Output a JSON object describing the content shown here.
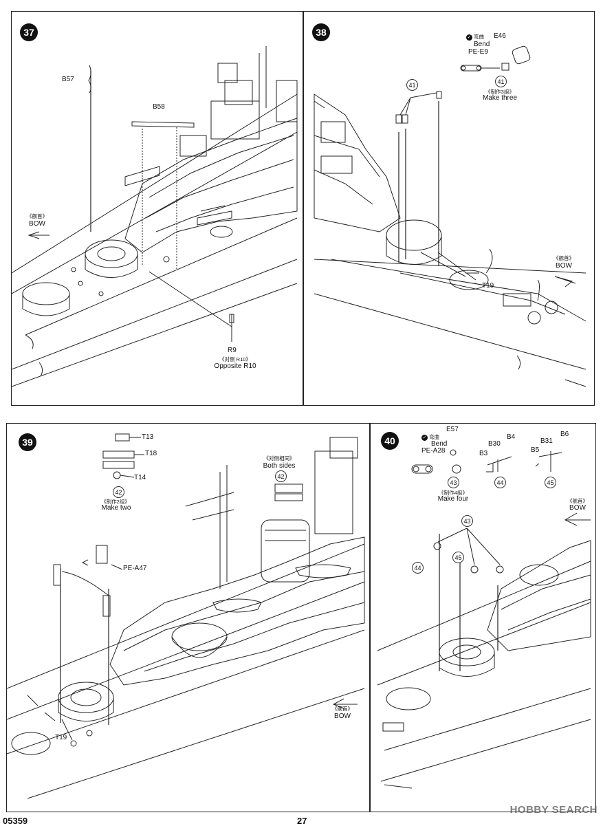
{
  "steps": {
    "s37": {
      "number": "37",
      "labels": {
        "b57": "B57",
        "b58": "B58",
        "bow_cn": "《舰首》",
        "bow": "BOW",
        "r9": "R9",
        "opp_cn": "《对侧 R10》",
        "opp": "Opposite R10"
      }
    },
    "s38": {
      "number": "38",
      "labels": {
        "bend_cn": "弯曲",
        "bend": "Bend",
        "e46": "E46",
        "pe": "PE-E9",
        "sub": "41",
        "make_cn": "《制作3组》",
        "make": "Make three",
        "callout": "41",
        "bow_cn": "《舰首》",
        "bow": "BOW",
        "t19": "T19"
      }
    },
    "s39": {
      "number": "39",
      "labels": {
        "t13": "T13",
        "t18": "T18",
        "t14": "T14",
        "sub": "42",
        "make_cn": "《制作2组》",
        "make": "Make two",
        "both_cn": "《对侧相同》",
        "both": "Both sides",
        "callout": "42",
        "pe": "PE-A47",
        "bow_cn": "《舰首》",
        "bow": "BOW",
        "t19": "T19"
      }
    },
    "s40": {
      "number": "40",
      "labels": {
        "bend_cn": "弯曲",
        "bend": "Bend",
        "e57": "E57",
        "pe": "PE-A28",
        "sub43": "43",
        "make_cn": "《制作4组》",
        "make": "Make four",
        "b30": "B30",
        "b4": "B4",
        "b3": "B3",
        "sub44": "44",
        "b31": "B31",
        "b6": "B6",
        "b5": "B5",
        "sub45": "45",
        "bow_cn": "《舰首》",
        "bow": "BOW",
        "c43": "43",
        "c44": "44",
        "c45": "45"
      }
    }
  },
  "footer": {
    "code": "05359",
    "page": "27"
  },
  "watermark": "HOBBY SEARCH"
}
